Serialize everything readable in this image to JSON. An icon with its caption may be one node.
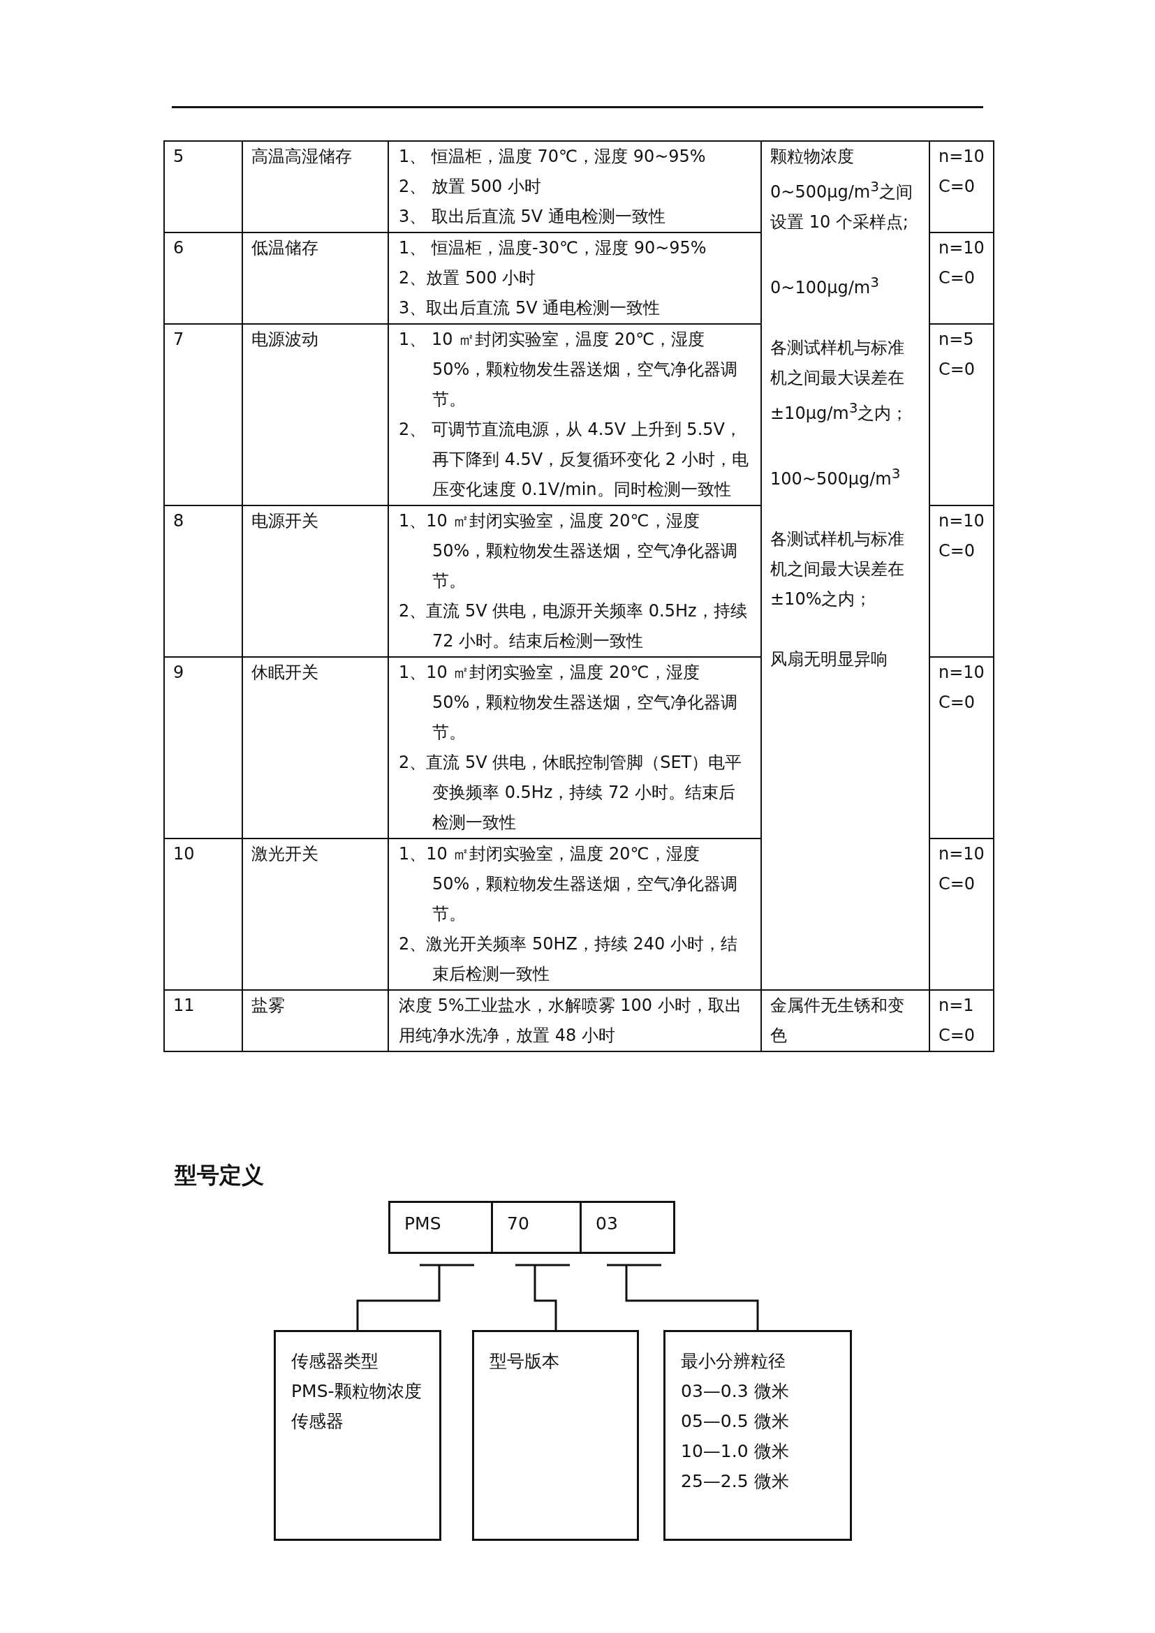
{
  "diagram": {
    "title": "型号定义",
    "nodes": [
      {
        "text": [
          "PMS"
        ]
      },
      {
        "text": [
          "70"
        ]
      },
      {
        "text": [
          "03"
        ]
      },
      {
        "text": [
          "传感器类型",
          "PMS-颗粒物浓度传感器"
        ]
      },
      {
        "text": [
          "型号版本"
        ]
      },
      {
        "text": [
          "最小分辨粒径",
          "03—0.3 微米",
          "05—0.5 微米",
          "10—1.0 微米",
          "25—2.5 微米"
        ]
      }
    ],
    "edges": [
      {
        "from": 0,
        "to": 3,
        "arrow": "none"
      },
      {
        "from": 1,
        "to": 4,
        "arrow": "none"
      },
      {
        "from": 2,
        "to": 5,
        "arrow": "none"
      }
    ],
    "labels": [
      "5",
      "高温高湿储存",
      "1、 恒温柜，温度 70℃，湿度 90~95%",
      "2、 放置 500 小时",
      "3、 取出后直流 5V 通电检测一致性",
      "颗粒物浓度 0~500μg/m$^{3}$之间设置 10 个采样点;",
      "0~100μg/m$^{3}$",
      "各测试样机与标准机之间最大误差在±10μg/m$^{3}$之内；",
      "100~500μg/m$^{3}$",
      "各测试样机与标准机之间最大误差在±10%之内；",
      "风扇无明显异响",
      "n=10",
      "C=0",
      "6",
      "低温储存",
      "1、 恒温柜，温度-30℃，湿度 90~95%",
      "2、放置 500 小时",
      "3、取出后直流 5V 通电检测一致性",
      "n=10",
      "C=0",
      "7",
      "电源波动",
      "1、 10 ㎡封闭实验室，温度 20℃，湿度 50%，颗粒物发生器送烟，空气净化器调节。",
      "2、 可调节直流电源，从 4.5V 上升到 5.5V，再下降到 4.5V，反复循环变化 2 小时，电压变化速度 0.1V/min。同时检测一致性",
      "n=5",
      "C=0",
      "8",
      "电源开关",
      "1、10 ㎡封闭实验室，温度 20℃，湿度 50%，颗粒物发生器送烟，空气净化器调节。",
      "2、直流 5V 供电，电源开关频率 0.5Hz，持续 72 小时。结束后检测一致性",
      "n=10",
      "C=0",
      "9",
      "休眠开关",
      "1、10 ㎡封闭实验室，温度 20℃，湿度 50%，颗粒物发生器送烟，空气净化器调节。",
      "2、直流 5V 供电，休眠控制管脚（SET）电平变换频率 0.5Hz，持续 72 小时。结束后检测一致性",
      "n=10",
      "C=0",
      "10",
      "激光开关",
      "1、10 ㎡封闭实验室，温度 20℃，湿度 50%，颗粒物发生器送烟，空气净化器调节。",
      "2、激光开关频率 50HZ，持续 240 小时，结束后检测一致性",
      "n=10",
      "C=0",
      "11",
      "盐雾",
      "浓度 5%工业盐水，水解喷雾 100 小时，取出用纯净水洗净，放置 48 小时",
      "金属件无生锈和变色",
      "n=1",
      "C=0"
    ]
  }
}
